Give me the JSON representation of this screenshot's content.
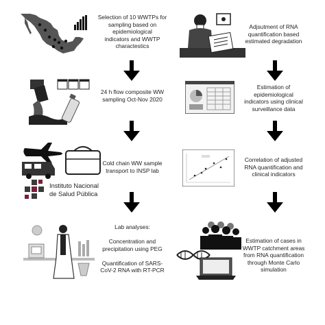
{
  "left_column": {
    "steps": [
      {
        "text": "Selection of 10 WWTPs for\nsampling based on\nepidemiological\nindicators and WWTP\ncharactestics"
      },
      {
        "text": "24 h flow composite WW\nsampling Oct-Nov 2020"
      },
      {
        "text": "Cold chain WW sample\ntransport to INSP lab"
      },
      {
        "text": "Lab analyses:\n\nConcentration and\nprecipitation using PEG\n\nQuantification of SARS-\nCoV-2 RNA with RT-PCR"
      }
    ]
  },
  "right_column": {
    "steps": [
      {
        "text": "Adjsutment of RNA\nquantification based\nestimated degradation"
      },
      {
        "text": "Estimation of\nepidemiological\nindicators using clinical\nsurveillance data"
      },
      {
        "text": "Correlation of adjusted\nRNA quantification and\nclinical indicators"
      },
      {
        "text": "Estimation of cases in\nWWTP catchment areas\nfrom RNA quantification\nthrough Monte Carlo\nsimulation"
      }
    ]
  },
  "institute": {
    "line1": "Instituto Nacional",
    "line2": "de Salud Pública"
  },
  "colors": {
    "ink": "#1a1a1a",
    "gray": "#9a9a9a",
    "light_gray": "#d6d6d6"
  }
}
